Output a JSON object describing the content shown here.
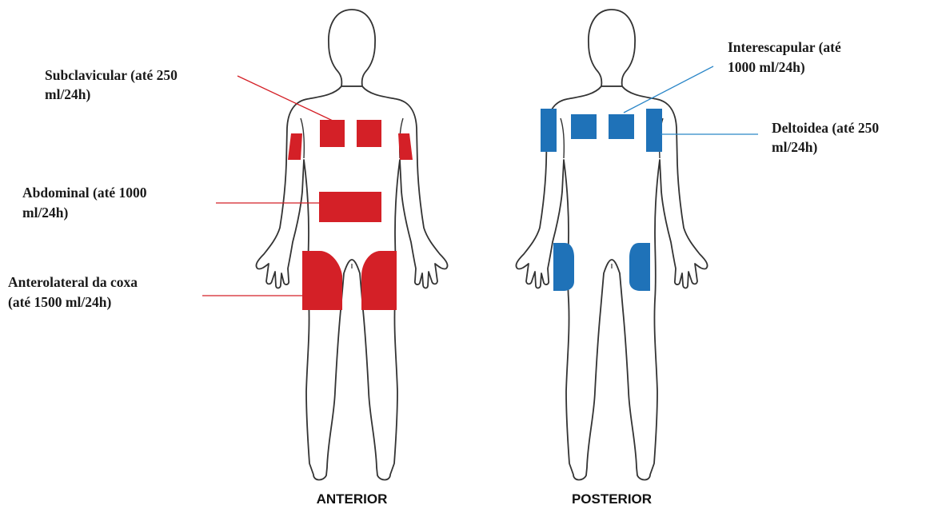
{
  "views": {
    "anterior": "ANTERIOR",
    "posterior": "POSTERIOR"
  },
  "labels": {
    "subclavicular": {
      "line1": "Subclavicular (até 250",
      "line2": "ml/24h)"
    },
    "abdominal": {
      "line1": "Abdominal (até 1000",
      "line2": "ml/24h)"
    },
    "anterolateral": {
      "line1": "Anterolateral da coxa",
      "line2": "(até 1500 ml/24h)"
    },
    "interescapular": {
      "line1": "Interescapular (até",
      "line2": "1000 ml/24h)"
    },
    "deltoidea": {
      "line1": "Deltoidea (até 250",
      "line2": "ml/24h)"
    }
  },
  "colors": {
    "anterior_sites": "#d42027",
    "posterior_sites": "#1f72b8",
    "anterior_leader": "#d42027",
    "posterior_leader": "#2a86c8",
    "outline": "#333333"
  }
}
